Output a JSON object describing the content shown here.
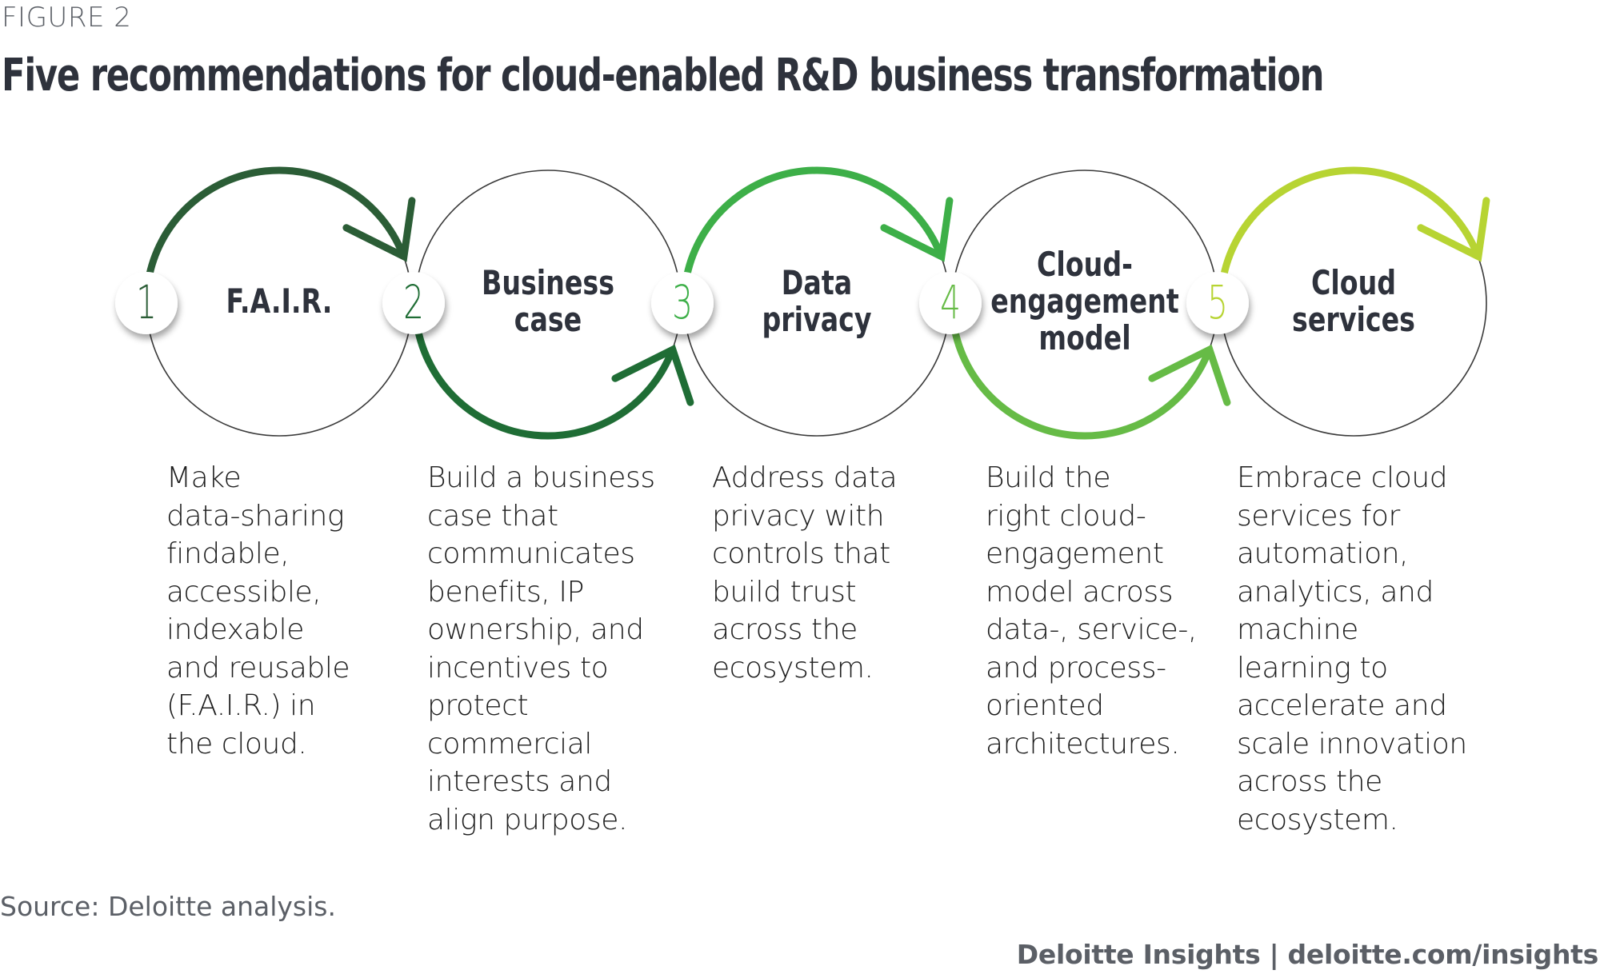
{
  "figure_label": "FIGURE 2",
  "title": "Five recommendations for cloud-enabled R&D business transformation",
  "steps": [
    {
      "number": "1",
      "title": "F.A.I.R.",
      "color": "#2b5d36",
      "description": "Make\ndata-sharing\nfindable,\naccessible,\nindexable\nand reusable\n(F.A.I.R.) in\nthe cloud."
    },
    {
      "number": "2",
      "title": "Business\ncase",
      "color": "#1f6d35",
      "description": "Build a business\ncase that\ncommunicates\nbenefits, IP\nownership, and\nincentives to\nprotect\ncommercial\ninterests and\nalign purpose."
    },
    {
      "number": "3",
      "title": "Data\nprivacy",
      "color": "#3daf48",
      "description": "Address data\nprivacy with\ncontrols that\nbuild trust\nacross the\necosystem."
    },
    {
      "number": "4",
      "title": "Cloud-\nengagement\nmodel",
      "color": "#66bb46",
      "description": "Build the\nright cloud-\nengagement\nmodel across\ndata-, service-,\nand process-\noriented\narchitectures."
    },
    {
      "number": "5",
      "title": "Cloud\nservices",
      "color": "#b7d433",
      "description": "Embrace cloud\nservices for\nautomation,\nanalytics, and\nmachine\nlearning to\naccelerate and\nscale innovation\nacross the\necosystem."
    }
  ],
  "source": "Source: Deloitte analysis.",
  "footer": "Deloitte Insights | deloitte.com/insights"
}
